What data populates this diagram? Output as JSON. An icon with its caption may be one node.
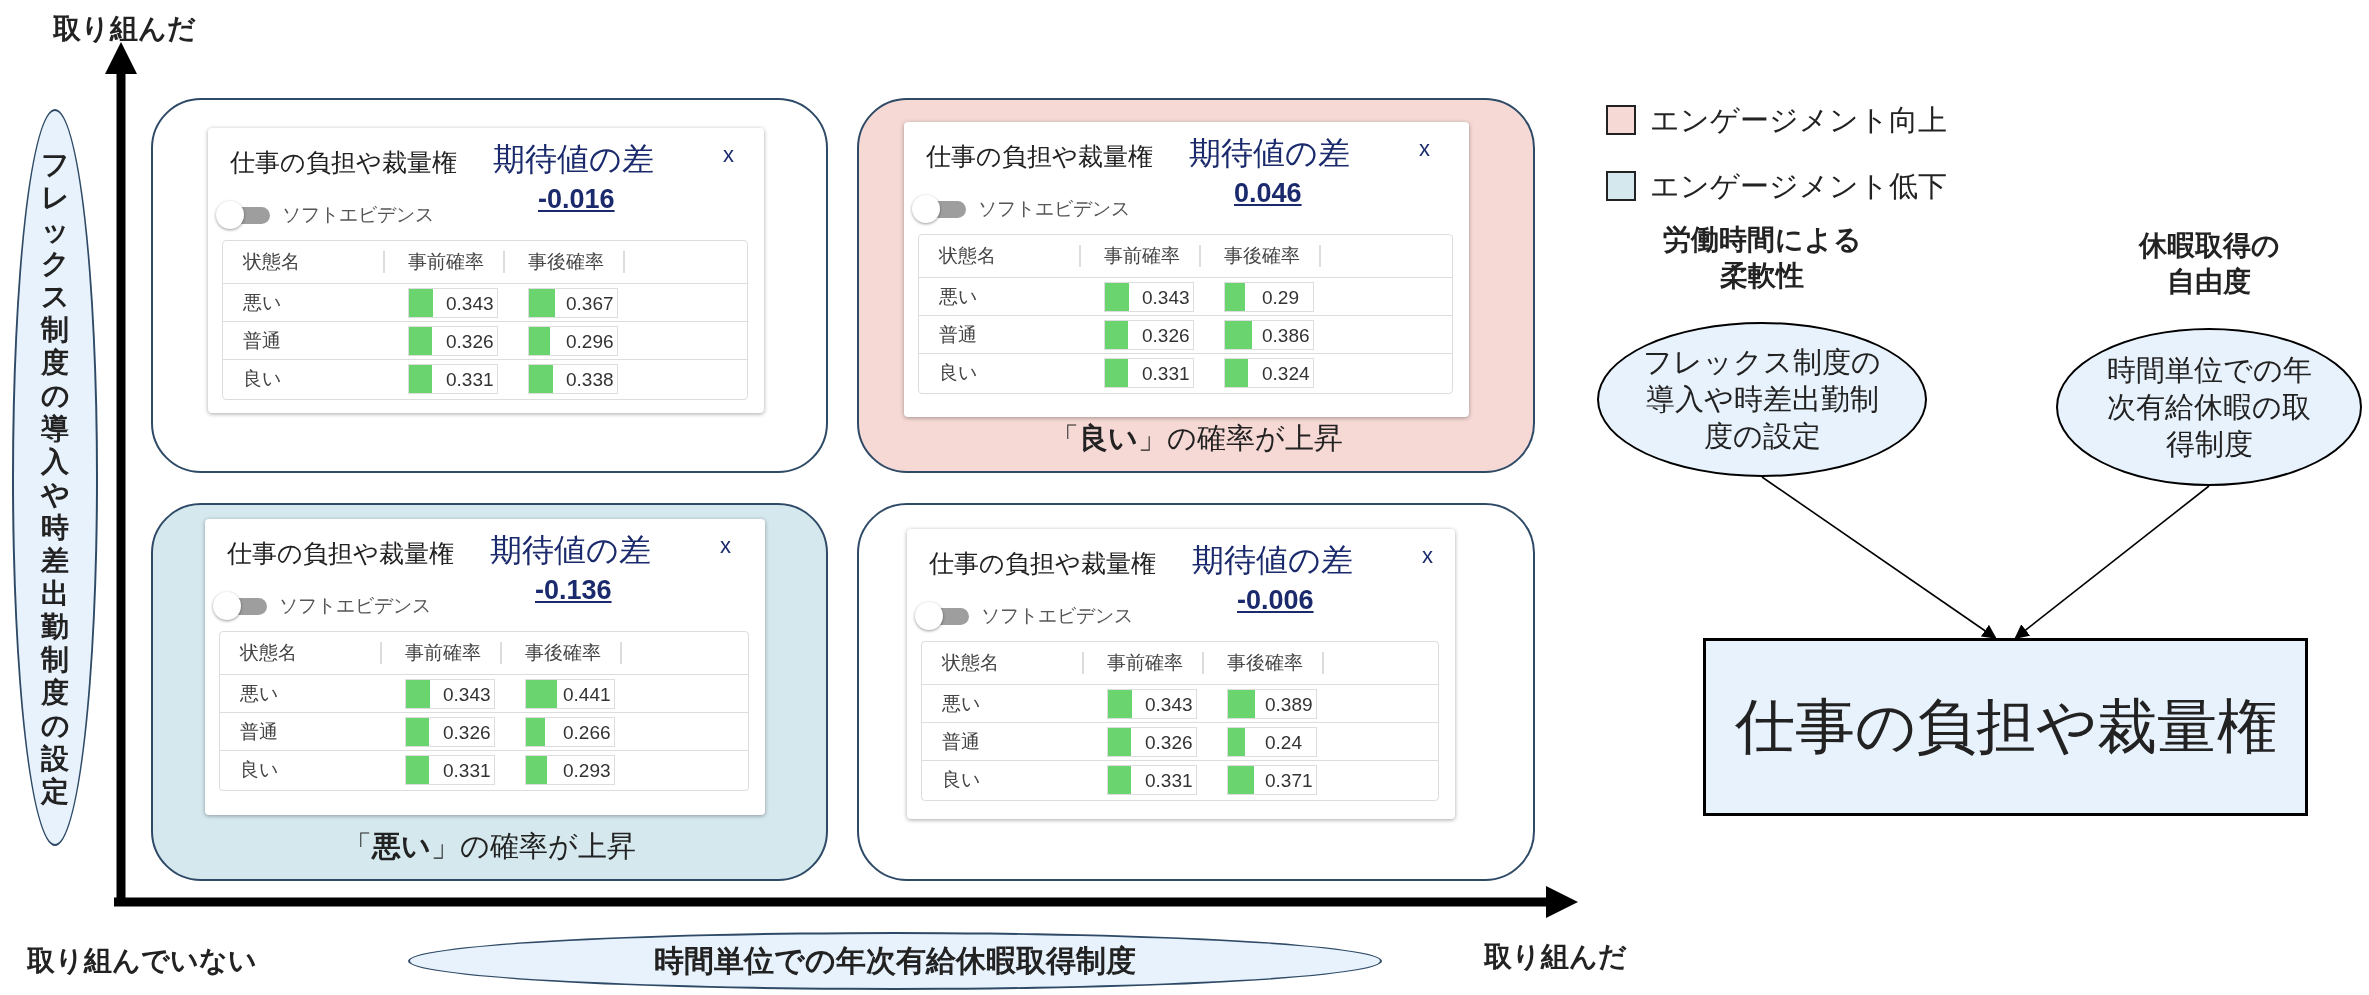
{
  "diagram": {
    "nodes": [
      {
        "text": [],
        "shape": "box"
      },
      {
        "text": [
          "仕事の負担や裁量権",
          "期待値の差",
          "-0.016",
          "x",
          "ソフトエビデンス",
          "状態名",
          "事前確率",
          "事後確率",
          "悪い",
          "0.343",
          "0.367",
          "普通",
          "0.326",
          "0.296",
          "良い",
          "0.331",
          "0.338"
        ],
        "in": 0
      },
      {
        "text": [
          "「**良い**」の確率が上昇"
        ]
      },
      {
        "text": [
          "仕事の負担や裁量権",
          "期待値の差",
          "0.046",
          "x",
          "ソフトエビデンス",
          "状態名",
          "事前確率",
          "事後確率",
          "悪い",
          "0.343",
          "0.29",
          "普通",
          "0.326",
          "0.386",
          "良い",
          "0.331",
          "0.324"
        ],
        "in": 2
      },
      {
        "text": [
          "「**悪い**」の確率が上昇"
        ]
      },
      {
        "text": [
          "仕事の負担や裁量権",
          "期待値の差",
          "-0.136",
          "x",
          "ソフトエビデンス",
          "状態名",
          "事前確率",
          "事後確率",
          "悪い",
          "0.343",
          "0.441",
          "普通",
          "0.326",
          "0.266",
          "良い",
          "0.331",
          "0.293"
        ],
        "in": 4
      },
      {
        "text": [],
        "shape": "box"
      },
      {
        "text": [
          "仕事の負担や裁量権",
          "期待値の差",
          "-0.006",
          "x",
          "ソフトエビデンス",
          "状態名",
          "事前確率",
          "事後確率",
          "悪い",
          "0.343",
          "0.389",
          "普通",
          "0.326",
          "0.24",
          "良い",
          "0.331",
          "0.371"
        ],
        "in": 6
      },
      {
        "text": [
          "フレックス制度の導入や時差出勤制度の設定"
        ]
      },
      {
        "text": [
          "時間単位での年次有給休暇取得制度"
        ]
      },
      {
        "text": [
          "労働時間による柔軟性",
          "フレックス制度の導入や時差出勤制度の設定"
        ]
      },
      {
        "text": [
          "休暇取得の自由度",
          "時間単位での年次有給休暇の取得制度"
        ]
      },
      {
        "text": [
          "仕事の負担や裁量権"
        ]
      }
    ],
    "edges": [
      {
        "from": 10,
        "to": 12,
        "arrow": "to"
      },
      {
        "from": 11,
        "to": 12,
        "arrow": "to"
      }
    ],
    "labels": [
      "取り組んだ",
      "取り組んでいない",
      "取り組んだ"
    ],
    "legend": [
      {
        "text": "エンゲージメント向上",
        "color": "#f6d9d5"
      },
      {
        "text": "エンゲージメント低下",
        "color": "#d5e8ee"
      }
    ]
  }
}
